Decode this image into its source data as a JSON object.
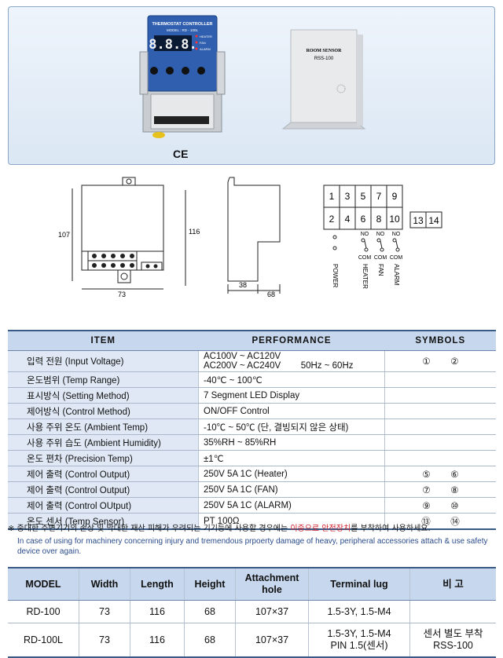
{
  "photo": {
    "controller_title": "THERMOSTAT CONTROLLER",
    "controller_model": "MODEL : RD - 100L",
    "display_digits": "8.8.8.",
    "led_labels": [
      "HEATER",
      "FAN",
      "ALARM"
    ],
    "sensor_title": "ROOM SENSOR",
    "sensor_model": "RSS-100",
    "cert": "CE"
  },
  "drawing": {
    "front_width": "73",
    "front_height": "107",
    "side_height": "116",
    "side_depth1": "38",
    "side_depth2": "68"
  },
  "terminals": {
    "top": [
      "1",
      "3",
      "5",
      "7",
      "9"
    ],
    "bottom": [
      "2",
      "4",
      "6",
      "8",
      "10"
    ],
    "extra": [
      "13",
      "14"
    ],
    "no": "NO",
    "com": "COM",
    "labels": [
      "POWER",
      "HEATER",
      "FAN",
      "ALARM"
    ]
  },
  "spec": {
    "headers": [
      "ITEM",
      "PERFORMANCE",
      "SYMBOLS"
    ],
    "rows": [
      {
        "item": "입력 전원 (Input Voltage)",
        "perf1": "AC100V ~ AC120V",
        "perf2": "AC200V ~ AC240V        50Hz ~ 60Hz",
        "sym": "①        ②"
      },
      {
        "item": "온도범위 (Temp Range)",
        "perf1": "-40℃ ~ 100℃",
        "sym": ""
      },
      {
        "item": "표시방식 (Setting Method)",
        "perf1": "7 Segment LED Display",
        "sym": ""
      },
      {
        "item": "제어방식 (Control Method)",
        "perf1": "ON/OFF Control",
        "sym": ""
      },
      {
        "item": "사용 주위 온도 (Ambient Temp)",
        "perf1": "-10℃ ~ 50℃ (단, 결빙되지 않은 상태)",
        "sym": ""
      },
      {
        "item": "사용 주위 습도 (Ambient Humidity)",
        "perf1": "35%RH ~ 85%RH",
        "sym": ""
      },
      {
        "item": "온도 편차 (Precision Temp)",
        "perf1": "±1℃",
        "sym": ""
      },
      {
        "item": "제어 출력 (Control Output)",
        "perf1": "250V 5A 1C (Heater)",
        "sym": "⑤        ⑥"
      },
      {
        "item": "제어 출력 (Control Output)",
        "perf1": "250V 5A 1C (FAN)",
        "sym": "⑦        ⑧"
      },
      {
        "item": "제어 출력 (Control OUtput)",
        "perf1": "250V 5A 1C (ALARM)",
        "sym": "⑨        ⑩"
      },
      {
        "item": "온도 센서 (Temp Sensor)",
        "perf1": "PT 100Ω",
        "sym": "⑬        ⑭"
      }
    ]
  },
  "notes": {
    "ko_prefix": "※ 중대한 주변기기의 손상 및 막대한 재산 피해가 우려되는 기기등에 사용할 경우에는 ",
    "ko_red": "이중으로 안전장치",
    "ko_suffix": "를 부착하여 사용하세요.",
    "en": "In case of using for machinery concerning injury and tremendous prpoerty damage of heavy, peripheral accessories attach & use safety device over again."
  },
  "models": {
    "headers": [
      "MODEL",
      "Width",
      "Length",
      "Height",
      "Attachment hole",
      "Terminal lug",
      "비 고"
    ],
    "rows": [
      {
        "model": "RD-100",
        "width": "73",
        "length": "116",
        "height": "68",
        "hole": "107×37",
        "lug1": "1.5-3Y, 1.5-M4",
        "lug2": "",
        "note1": "",
        "note2": ""
      },
      {
        "model": "RD-100L",
        "width": "73",
        "length": "116",
        "height": "68",
        "hole": "107×37",
        "lug1": "1.5-3Y, 1.5-M4",
        "lug2": "PIN 1.5(센서)",
        "note1": "센서 별도 부착",
        "note2": "RSS-100"
      }
    ]
  }
}
